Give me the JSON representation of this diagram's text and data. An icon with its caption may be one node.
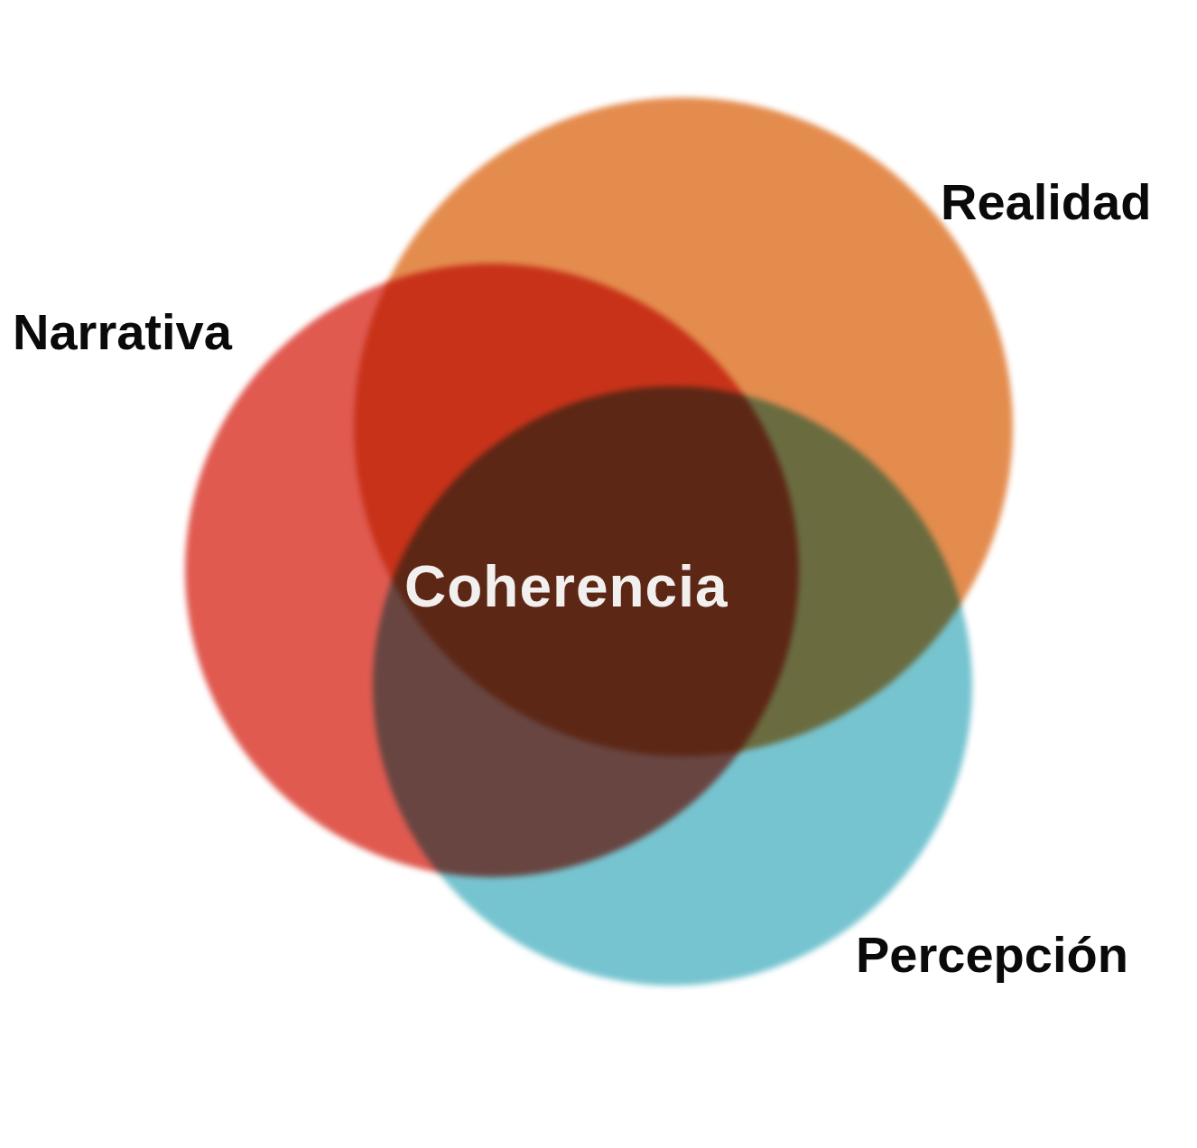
{
  "diagram": {
    "nodes": [
      {
        "text": [
          "Realidad"
        ]
      },
      {
        "text": [
          "Narrativa"
        ]
      },
      {
        "text": [
          "Percepción"
        ]
      }
    ],
    "labels": [
      "Coherencia"
    ]
  }
}
